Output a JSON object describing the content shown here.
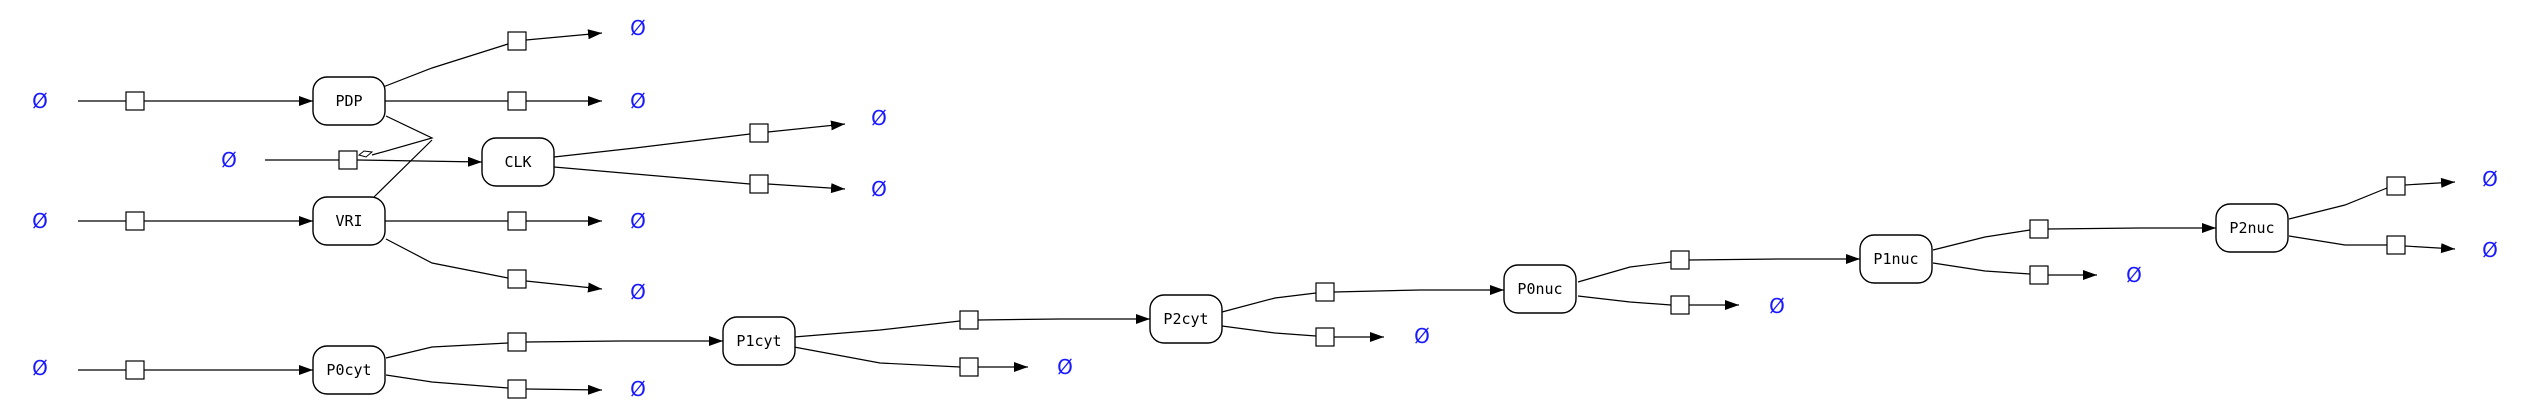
{
  "diagram": {
    "empty_set_symbol": "Ø",
    "empty_set_color": "#1a1aff",
    "species": [
      {
        "id": "PDP",
        "label": "PDP"
      },
      {
        "id": "CLK",
        "label": "CLK"
      },
      {
        "id": "VRI",
        "label": "VRI"
      },
      {
        "id": "P0cyt",
        "label": "P0cyt"
      },
      {
        "id": "P1cyt",
        "label": "P1cyt"
      },
      {
        "id": "P2cyt",
        "label": "P2cyt"
      },
      {
        "id": "P0nuc",
        "label": "P0nuc"
      },
      {
        "id": "P1nuc",
        "label": "P1nuc"
      },
      {
        "id": "P2nuc",
        "label": "P2nuc"
      }
    ]
  }
}
